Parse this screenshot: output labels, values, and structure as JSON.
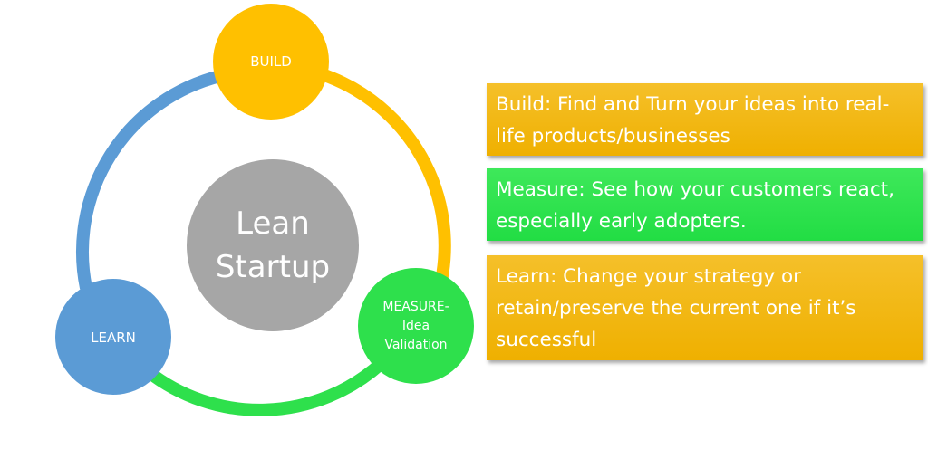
{
  "diagram": {
    "center": {
      "label_line1": "Lean",
      "label_line2": "Startup",
      "color": "#a6a6a6"
    },
    "nodes": {
      "build": {
        "label": "BUILD",
        "color": "#ffc000"
      },
      "measure": {
        "label_line1": "MEASURE-",
        "label_line2": "Idea",
        "label_line3": "Validation",
        "color": "#2ee04c"
      },
      "learn": {
        "label": "LEARN",
        "color": "#5b9bd5"
      }
    },
    "arcs": {
      "build_to_measure": "#ffc000",
      "measure_to_learn": "#2ee04c",
      "learn_to_build": "#5b9bd5"
    }
  },
  "descriptions": {
    "build": "Build: Find and Turn your ideas into real-life products/businesses",
    "measure": "Measure: See how your customers react, especially early adopters.",
    "learn": "Learn: Change your strategy or retain/preserve the current one if it’s successful"
  }
}
